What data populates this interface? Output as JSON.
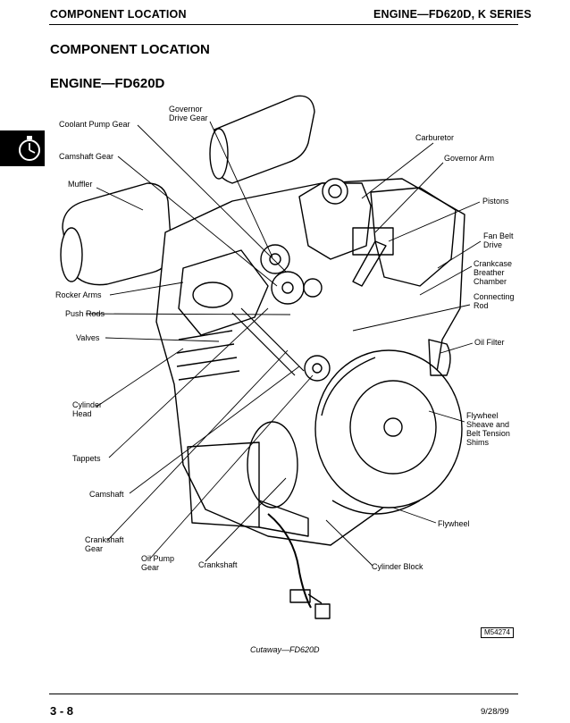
{
  "header": {
    "left_title": "COMPONENT LOCATION",
    "right_title": "ENGINE—FD620D, K SERIES"
  },
  "page": {
    "section_title": "COMPONENT LOCATION",
    "subsection_title": "ENGINE—FD620D"
  },
  "figure": {
    "figure_id": "M54274",
    "caption": "Cutaway—FD620D",
    "labels": {
      "governor_drive_gear": "Governor\nDrive Gear",
      "coolant_pump_gear": "Coolant Pump Gear",
      "carburetor": "Carburetor",
      "camshaft_gear": "Camshaft Gear",
      "governor_arm": "Governor Arm",
      "muffler": "Muffler",
      "pistons": "Pistons",
      "fan_belt_drive": "Fan Belt\nDrive",
      "crankcase_breather": "Crankcase\nBreather\nChamber",
      "rocker_arms": "Rocker Arms",
      "connecting_rod": "Connecting\nRod",
      "push_rods": "Push Rods",
      "valves": "Valves",
      "oil_filter": "Oil Filter",
      "cylinder_head": "Cylinder\nHead",
      "flywheel_sheave": "Flywheel\nSheave and\nBelt Tension\nShims",
      "tappets": "Tappets",
      "camshaft": "Camshaft",
      "flywheel": "Flywheel",
      "crankshaft_gear": "Crankshaft\nGear",
      "oil_pump_gear": "Oil Pump\nGear",
      "crankshaft": "Crankshaft",
      "cylinder_block": "Cylinder Block"
    }
  },
  "footer": {
    "page_number": "3 - 8",
    "date": "9/28/99"
  }
}
